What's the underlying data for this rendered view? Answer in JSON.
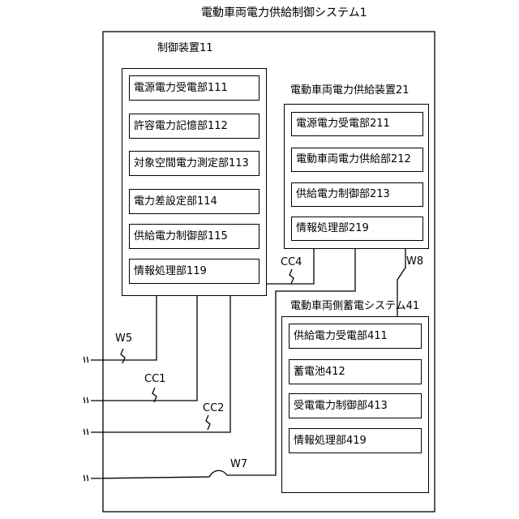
{
  "system": {
    "title": "電動車両電力供給制御システム1"
  },
  "control_device": {
    "title": "制御装置11",
    "units": [
      "電源電力受電部111",
      "許容電力記憶部112",
      "対象空間電力測定部113",
      "電力差設定部114",
      "供給電力制御部115",
      "情報処理部119"
    ]
  },
  "supply_device": {
    "title": "電動車両電力供給装置21",
    "units": [
      "電源電力受電部211",
      "電動車両電力供給部212",
      "供給電力制御部213",
      "情報処理部219"
    ]
  },
  "storage_system": {
    "title": "電動車両側蓄電システム41",
    "units": [
      "供給電力受電部411",
      "蓄電池412",
      "受電電力制御部413",
      "情報処理部419"
    ]
  },
  "connections": {
    "w5": "W5",
    "cc1": "CC1",
    "cc2": "CC2",
    "w7": "W7",
    "cc4": "CC4",
    "w8": "W8"
  }
}
